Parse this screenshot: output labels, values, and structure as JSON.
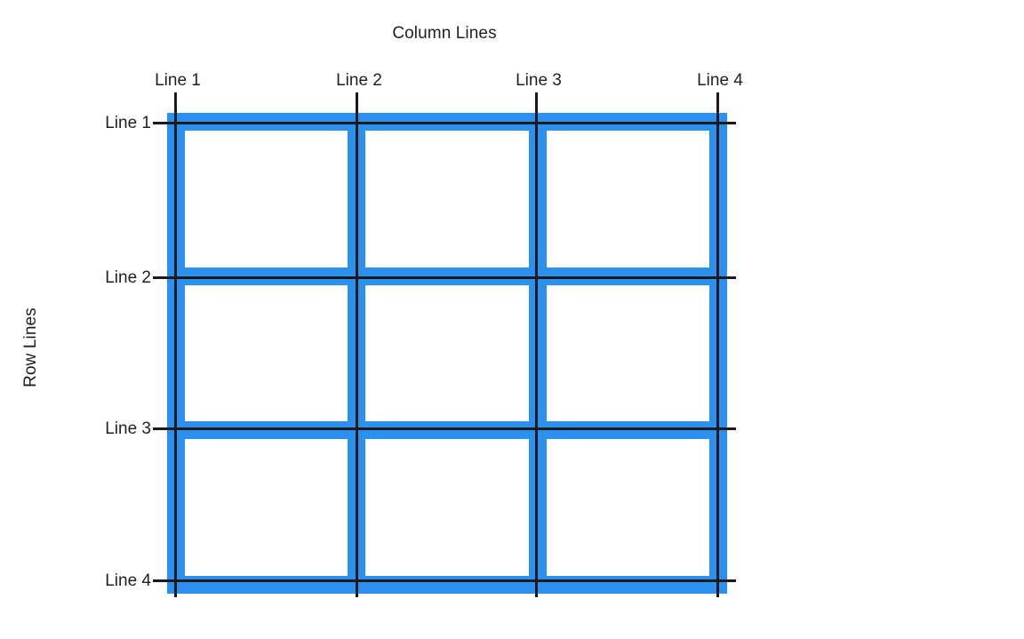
{
  "diagram": {
    "type": "css-grid-line-numbering",
    "column_axis_title": "Column Lines",
    "row_axis_title": "Row Lines",
    "columns": 3,
    "rows": 3,
    "grid_color": "#2b90ee",
    "cell_color": "#ffffff",
    "line_color": "#1a1a1a",
    "background": "#ffffff",
    "column_lines": [
      {
        "label": "Line 1"
      },
      {
        "label": "Line 2"
      },
      {
        "label": "Line 3"
      },
      {
        "label": "Line 4"
      }
    ],
    "row_lines": [
      {
        "label": "Line 1"
      },
      {
        "label": "Line 2"
      },
      {
        "label": "Line 3"
      },
      {
        "label": "Line 4"
      }
    ]
  }
}
